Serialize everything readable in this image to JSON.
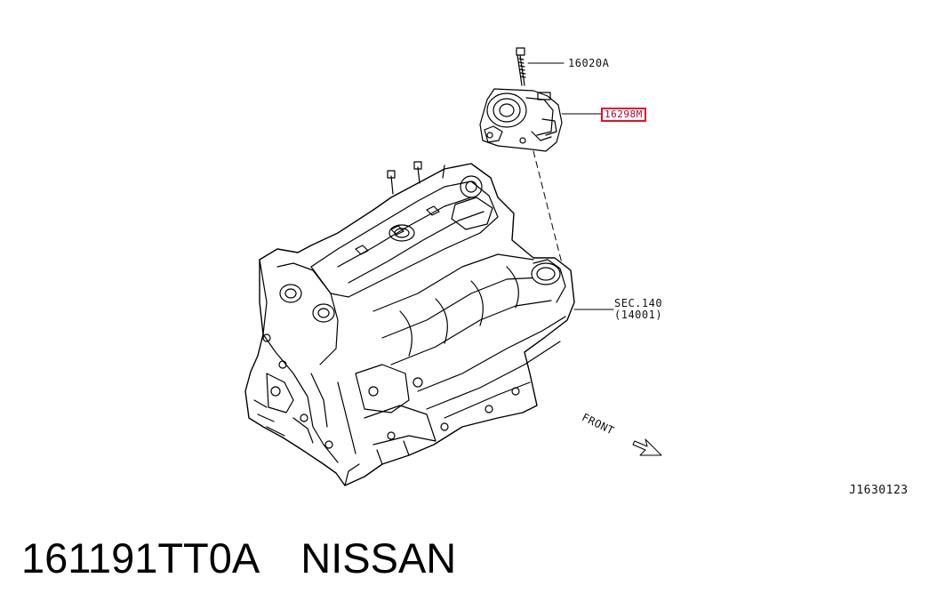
{
  "diagram": {
    "callouts": {
      "bolt_part": "16020A",
      "throttle_part": "16298M",
      "section_ref": "SEC.140",
      "section_sub": "(14001)"
    },
    "direction_label": "FRONT",
    "figure_code": "J1630123"
  },
  "part": {
    "number": "161191TT0A",
    "brand": "NISSAN"
  },
  "colors": {
    "line": "#000000",
    "highlight_border": "#e0102a",
    "highlight_text": "#b0002a",
    "background": "#ffffff"
  }
}
